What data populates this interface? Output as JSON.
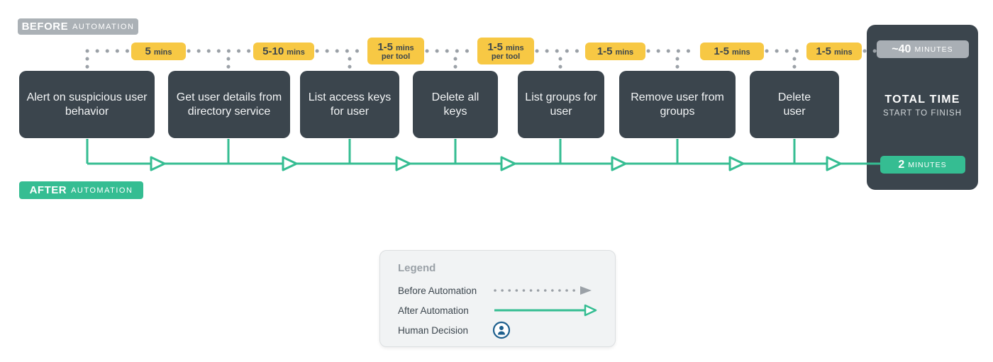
{
  "colors": {
    "dark": "#3b454d",
    "green": "#35bd92",
    "yellow": "#f7c844",
    "gray_badge": "#abb1b6",
    "dot_gray": "#9ba1a7",
    "legend_blue": "#1d5f8d"
  },
  "before_label": {
    "strong": "BEFORE",
    "rest": "AUTOMATION"
  },
  "after_label": {
    "strong": "AFTER",
    "rest": "AUTOMATION"
  },
  "steps": [
    {
      "label": "Alert on suspicious user behavior"
    },
    {
      "label": "Get user details from directory service"
    },
    {
      "label": "List access keys for user"
    },
    {
      "label": "Delete all keys"
    },
    {
      "label": "List groups for user"
    },
    {
      "label": "Remove user from groups"
    },
    {
      "label": "Delete user"
    }
  ],
  "durations": [
    {
      "value": "5",
      "unit": "mins",
      "note": ""
    },
    {
      "value": "5-10",
      "unit": "mins",
      "note": ""
    },
    {
      "value": "1-5",
      "unit": "mins",
      "note": "per tool"
    },
    {
      "value": "1-5",
      "unit": "mins",
      "note": "per tool"
    },
    {
      "value": "1-5",
      "unit": "mins",
      "note": ""
    },
    {
      "value": "1-5",
      "unit": "mins",
      "note": ""
    },
    {
      "value": "1-5",
      "unit": "mins",
      "note": ""
    }
  ],
  "total": {
    "before_value": "~40",
    "before_unit": "MINUTES",
    "title": "TOTAL TIME",
    "subtitle": "START TO FINISH",
    "after_value": "2",
    "after_unit": "MINUTES"
  },
  "legend": {
    "title": "Legend",
    "before": "Before Automation",
    "after": "After Automation",
    "human": "Human Decision"
  }
}
